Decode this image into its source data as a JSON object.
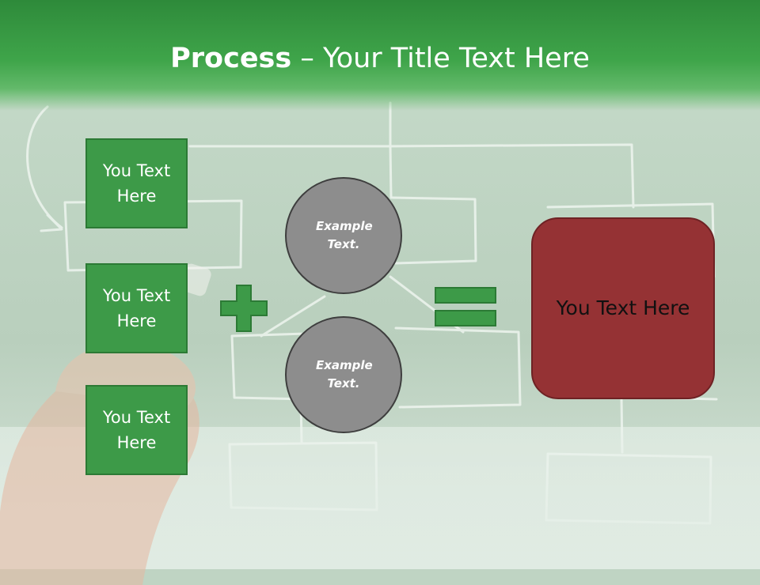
{
  "slide": {
    "title_bold": "Process",
    "title_rest": " – Your Title Text Here",
    "left_boxes": [
      {
        "label": "You Text Here"
      },
      {
        "label": "You Text Here"
      },
      {
        "label": "You Text Here"
      }
    ],
    "circles": [
      {
        "label": "Example Text."
      },
      {
        "label": "Example Text."
      }
    ],
    "result": {
      "label": "You Text Here"
    },
    "colors": {
      "header_green": "#3fa54a",
      "box_green": "#3d9a48",
      "circle_gray": "#8d8d8d",
      "result_red": "#953234"
    },
    "icons": [
      "plus-icon",
      "equals-icon"
    ]
  }
}
